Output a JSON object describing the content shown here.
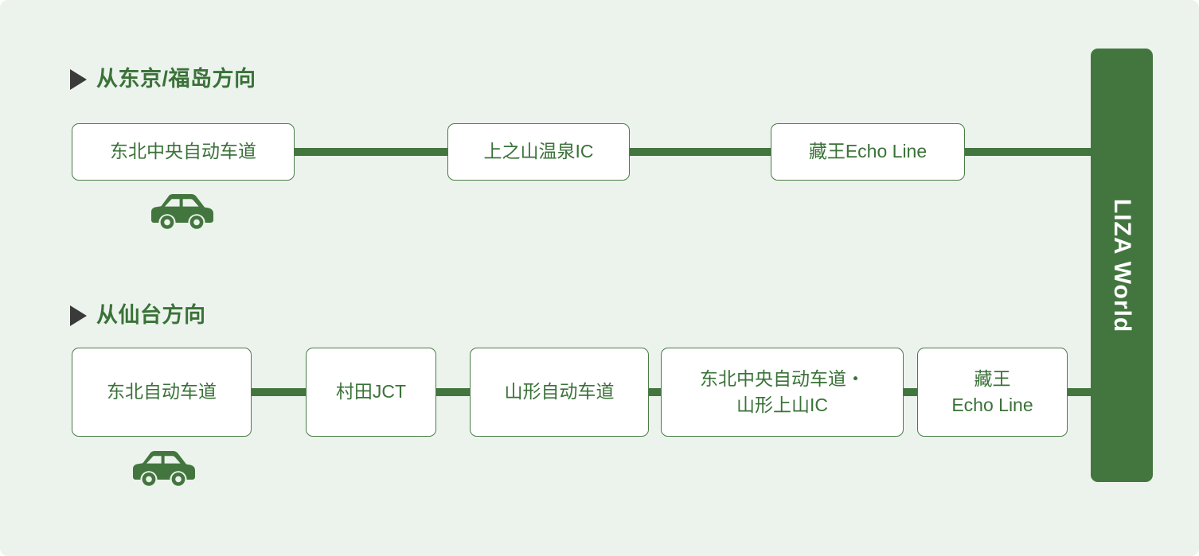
{
  "theme": {
    "background": "#ecf3ed",
    "green": "#3a7238",
    "line_green": "#43763e",
    "box_border": "#4a7c46",
    "box_fill": "#ffffff",
    "marker_color": "#3a3a3a",
    "dest_text": "#ffffff"
  },
  "destination": {
    "label": "LIZA World"
  },
  "sections": [
    {
      "marker": "triangle-right-icon",
      "heading": "从东京/福岛方向",
      "vehicle_icon": "car-icon",
      "nodes": [
        {
          "label": "东北中央自动车道"
        },
        {
          "label": "上之山温泉IC"
        },
        {
          "label": "藏王Echo Line"
        }
      ]
    },
    {
      "marker": "triangle-right-icon",
      "heading": "从仙台方向",
      "vehicle_icon": "car-icon",
      "nodes": [
        {
          "label": "东北自动车道"
        },
        {
          "label": "村田JCT"
        },
        {
          "label": "山形自动车道"
        },
        {
          "label_line1": "东北中央自动车道・",
          "label_line2": "山形上山IC"
        },
        {
          "label_line1": "藏王",
          "label_line2": "Echo Line"
        }
      ]
    }
  ]
}
